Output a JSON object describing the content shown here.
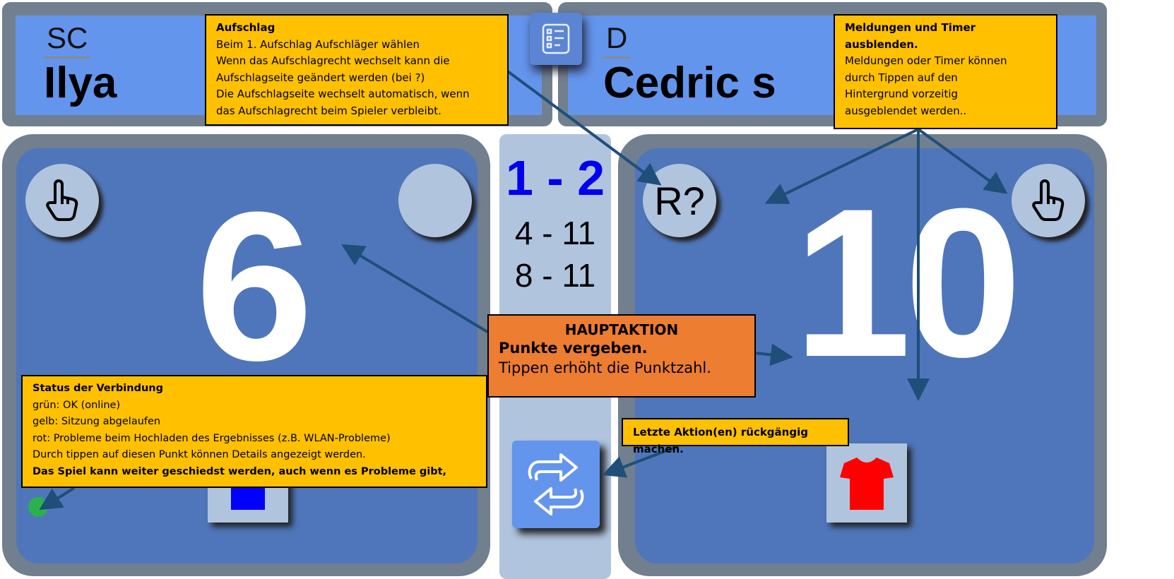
{
  "players": {
    "left": {
      "club": "SC",
      "name": "Ilya",
      "score": "6",
      "shirt_color": "#0000ff"
    },
    "right": {
      "club": "D",
      "name": "Cedric s",
      "score": "10",
      "shirt_color": "#ff0000",
      "serve_label": "R?"
    }
  },
  "match": {
    "sets": "1 - 2",
    "games": [
      "4 - 11",
      "8 - 11"
    ]
  },
  "status": {
    "color": "#2bb24c"
  },
  "tips": {
    "serve": {
      "title": "Aufschlag",
      "lines": [
        "Beim 1. Aufschlag Aufschläger wählen",
        "Wenn das Aufschlagrecht wechselt kann die",
        "Aufschlagseite geändert werden (bei ?)",
        "Die Aufschlagseite wechselt automatisch, wenn",
        "das Aufschlagrecht beim Spieler verbleibt."
      ]
    },
    "messages": {
      "title": "Meldungen und Timer ausblenden.",
      "lines": [
        "Meldungen oder Timer können",
        "durch Tippen auf den",
        "Hintergrund vorzeitig",
        "ausgeblendet werden.."
      ]
    },
    "main": {
      "title": "HAUPTAKTION",
      "subtitle": "Punkte vergeben.",
      "text": "Tippen erhöht die Punktzahl."
    },
    "connection": {
      "title": "Status der Verbindung",
      "lines": [
        "grün: OK (online)",
        "gelb: Sitzung abgelaufen",
        "rot: Probleme beim Hochladen des Ergebnisses (z.B. WLAN-Probleme)",
        "Durch tippen auf diesen Punkt können Details angezeigt werden."
      ],
      "bold_line": "Das Spiel kann weiter geschiedst werden, auch wenn es Probleme gibt,"
    },
    "undo": {
      "text": "Letzte Aktion(en) rückgängig machen."
    }
  },
  "icons": {
    "menu": "checklist-icon",
    "hand": "pointing-hand-icon",
    "undo": "swap-arrows-icon",
    "shirt": "shirt-icon"
  }
}
